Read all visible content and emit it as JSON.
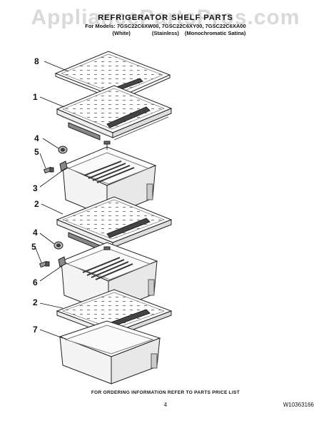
{
  "watermark": "AppliancePartsPros.com",
  "header": {
    "title": "REFRIGERATOR SHELF PARTS",
    "models": "For Models: 7GSC22C6XW00, 7GSC22C6XY00, 7GSC22C6XA00",
    "variants": [
      "(White)",
      "(Stainless)",
      "(Monochromatic Satina)"
    ]
  },
  "callouts": [
    "8",
    "1",
    "4",
    "5",
    "3",
    "2",
    "4",
    "5",
    "6",
    "2",
    "7"
  ],
  "footer": {
    "note": "FOR ORDERING INFORMATION REFER TO PARTS PRICE LIST",
    "page_number": "4",
    "doc_number": "W10363166"
  }
}
